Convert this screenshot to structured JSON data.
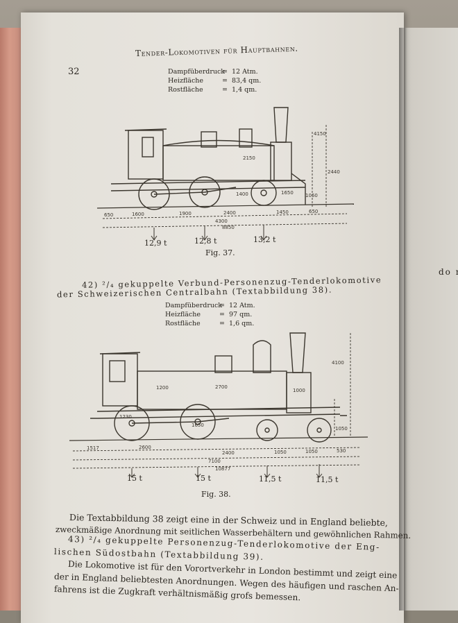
{
  "page": {
    "page_number": "32",
    "running_header": "Tender-Lokomotiven für Hauptbahnen."
  },
  "figure_37": {
    "specs": [
      {
        "label": "Dampfüberdruck",
        "value": "12 Atm."
      },
      {
        "label": "Heizfläche",
        "value": "83,4 qm."
      },
      {
        "label": "Rostfläche",
        "value": "1,4 qm."
      }
    ],
    "dimension_labels": [
      "4150",
      "2440",
      "1060",
      "1650",
      "1400",
      "2150",
      "650",
      "1600",
      "1900",
      "2400",
      "1450",
      "650",
      "4300",
      "8850"
    ],
    "axle_loads": [
      "12,9 t",
      "12,8 t",
      "13,2 t"
    ],
    "caption": "Fig. 37."
  },
  "section_42": {
    "number": "42)",
    "fraction": "²/₄",
    "heading_line1": "gekuppelte Verbund-Personenzug-Tenderlokomotive",
    "heading_line2": "der Schweizerischen Centralbahn (Textabbildung 38)."
  },
  "figure_38": {
    "specs": [
      {
        "label": "Dampfüberdruck",
        "value": "12 Atm."
      },
      {
        "label": "Heizfläche",
        "value": "97 qm."
      },
      {
        "label": "Rostfläche",
        "value": "1,6 qm."
      }
    ],
    "dimension_labels": [
      "4100",
      "2700",
      "1000",
      "1650",
      "1050",
      "1230",
      "1200",
      "1517",
      "2600",
      "2400",
      "1050",
      "1050",
      "530",
      "7100",
      "10877"
    ],
    "axle_loads": [
      "15 t",
      "15 t",
      "11,5 t",
      "11,5 t"
    ],
    "caption": "Fig. 38."
  },
  "paragraph_1": {
    "line1": "Die Textabbildung 38 zeigt eine in der Schweiz und in England beliebte,",
    "line2": "zweckmäßige Anordnung mit seitlichen Wasserbehältern und gewöhnlichen Rahmen."
  },
  "section_43": {
    "number": "43)",
    "fraction": "²/₄",
    "heading_line1": "gekuppelte Personenzug-Tenderlokomotive der Eng-",
    "heading_line2": "lischen Südostbahn (Textabbildung 39)."
  },
  "paragraph_2": {
    "line1": "Die Lokomotive ist für den Vorortverkehr in London bestimmt und zeigt eine",
    "line2": "der in England beliebtesten Anordnungen. Wegen des häufigen und raschen An-",
    "line3": "fahrens ist die Zugkraft verhältnismäßig grofs bemessen."
  },
  "facing_page": {
    "visible_fragment": "do n"
  }
}
